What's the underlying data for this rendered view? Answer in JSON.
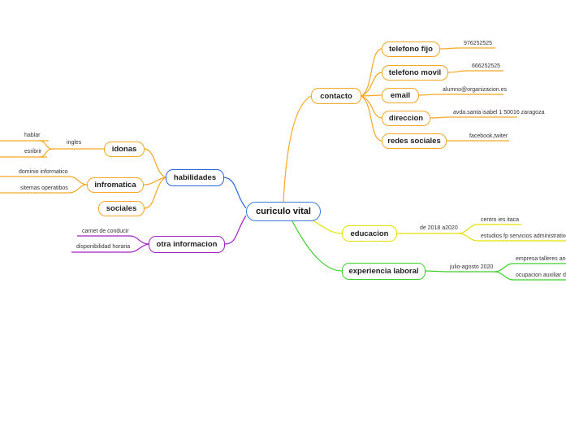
{
  "root": {
    "label": "curiculo vital"
  },
  "colors": {
    "contacto": "#f5a623",
    "educacion": "#e4e000",
    "experiencia": "#3fcf2a",
    "habilidades": "#2667e0",
    "otra": "#a022c0",
    "root_border": "#3a7bd5"
  },
  "contacto": {
    "label": "contacto",
    "telefono_fijo": {
      "label": "telefono fijo",
      "value": "976252525"
    },
    "telefono_movil": {
      "label": "telefono movil",
      "value": "666252525"
    },
    "email": {
      "label": "email",
      "value": "alumno@organizacion.es"
    },
    "direccion": {
      "label": "direccion",
      "value": "avda.santa isabel 1 50016 zaragoza"
    },
    "redes_sociales": {
      "label": "redes sociales",
      "value": "facebook,twiter"
    }
  },
  "educacion": {
    "label": "educacion",
    "period": "de 2018 a2020",
    "items": [
      "centro  ies itaca",
      "estudios  fp servicios administrativos"
    ]
  },
  "experiencia": {
    "label": "experiencia laboral",
    "period": "julio-agosto 2020",
    "items": [
      "empresa talleres andr",
      "ocupacion auxiliar de"
    ]
  },
  "habilidades": {
    "label": "habilidades",
    "idiomas": {
      "label": "idonas",
      "language": "ingles",
      "skills": [
        "hablar",
        "esribrir"
      ]
    },
    "informatica": {
      "label": "infromatica",
      "skills": [
        "dominio informatico",
        "sitemas operatibos"
      ]
    },
    "sociales": {
      "label": "sociales"
    }
  },
  "otra": {
    "label": "otra informacion",
    "items": [
      "carnet de conducir",
      "disponibilidad horaria"
    ]
  }
}
